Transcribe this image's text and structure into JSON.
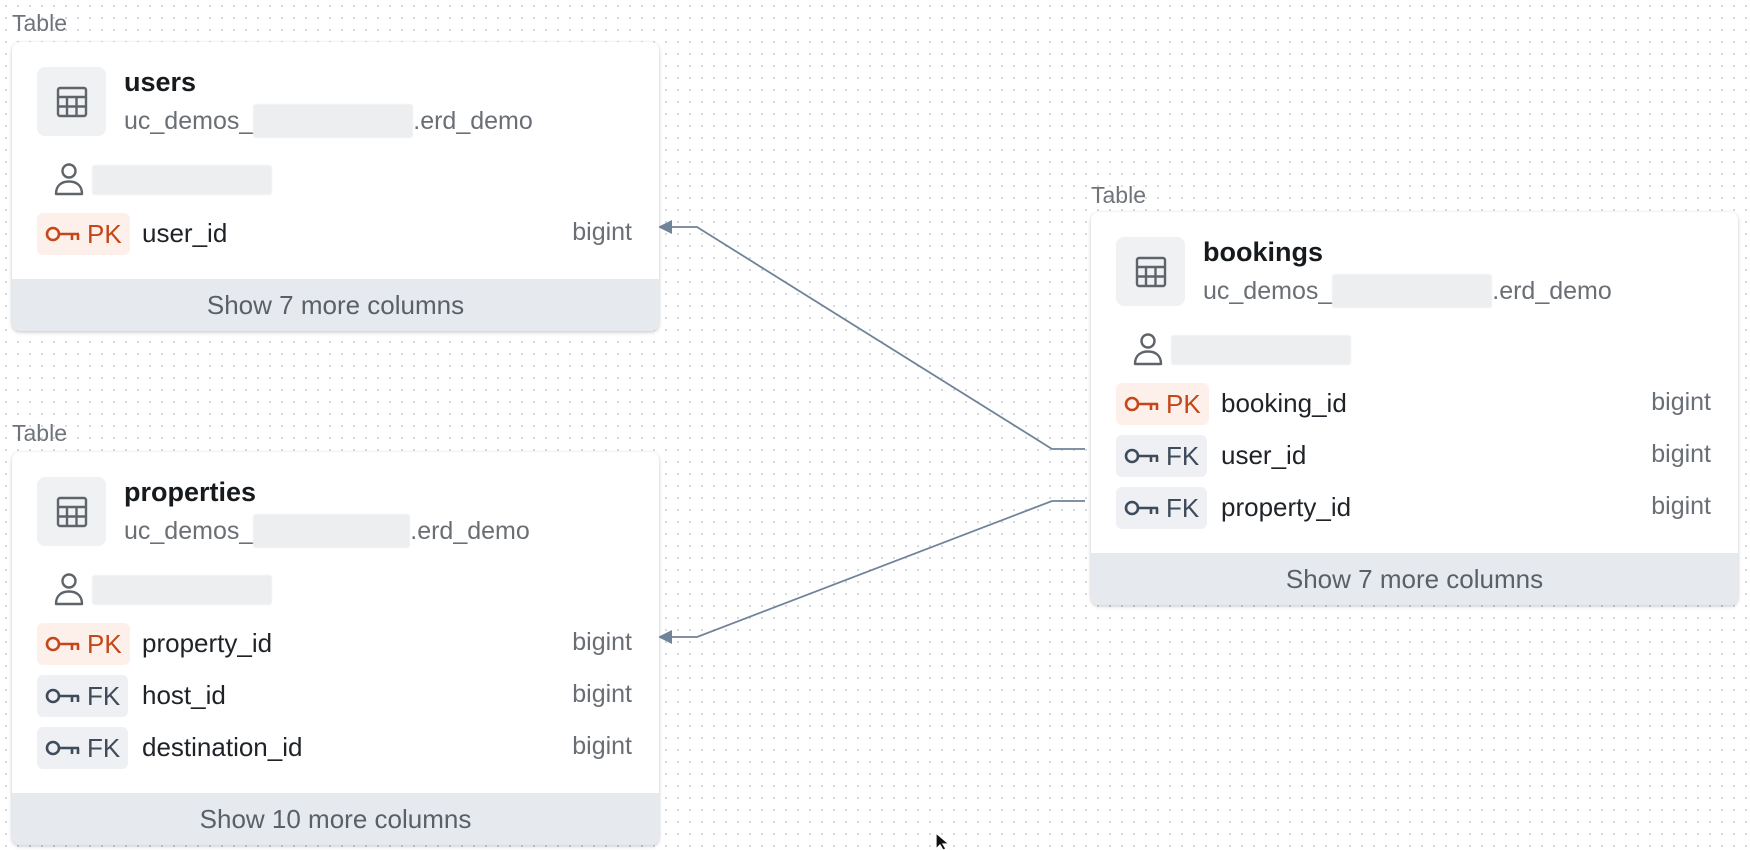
{
  "kind_label": "Table",
  "tables": {
    "users": {
      "name": "users",
      "schema_prefix": "uc_demos_",
      "schema_suffix": ".erd_demo",
      "columns": [
        {
          "key": "PK",
          "name": "user_id",
          "type": "bigint"
        }
      ],
      "show_more": "Show 7 more columns"
    },
    "properties": {
      "name": "properties",
      "schema_prefix": "uc_demos_",
      "schema_suffix": ".erd_demo",
      "columns": [
        {
          "key": "PK",
          "name": "property_id",
          "type": "bigint"
        },
        {
          "key": "FK",
          "name": "host_id",
          "type": "bigint"
        },
        {
          "key": "FK",
          "name": "destination_id",
          "type": "bigint"
        }
      ],
      "show_more": "Show 10 more columns"
    },
    "bookings": {
      "name": "bookings",
      "schema_prefix": "uc_demos_",
      "schema_suffix": ".erd_demo",
      "columns": [
        {
          "key": "PK",
          "name": "booking_id",
          "type": "bigint"
        },
        {
          "key": "FK",
          "name": "user_id",
          "type": "bigint"
        },
        {
          "key": "FK",
          "name": "property_id",
          "type": "bigint"
        }
      ],
      "show_more": "Show 7 more columns"
    }
  },
  "relationships": [
    {
      "from_table": "bookings",
      "from_column": "user_id",
      "to_table": "users",
      "to_column": "user_id"
    },
    {
      "from_table": "bookings",
      "from_column": "property_id",
      "to_table": "properties",
      "to_column": "property_id"
    }
  ],
  "colors": {
    "pk": "#c4471a",
    "fk": "#3e4b5b",
    "edge": "#71839a"
  },
  "icons": {
    "table": "table-grid-icon",
    "owner": "person-icon",
    "key": "key-icon",
    "cursor": "mouse-pointer-icon"
  }
}
